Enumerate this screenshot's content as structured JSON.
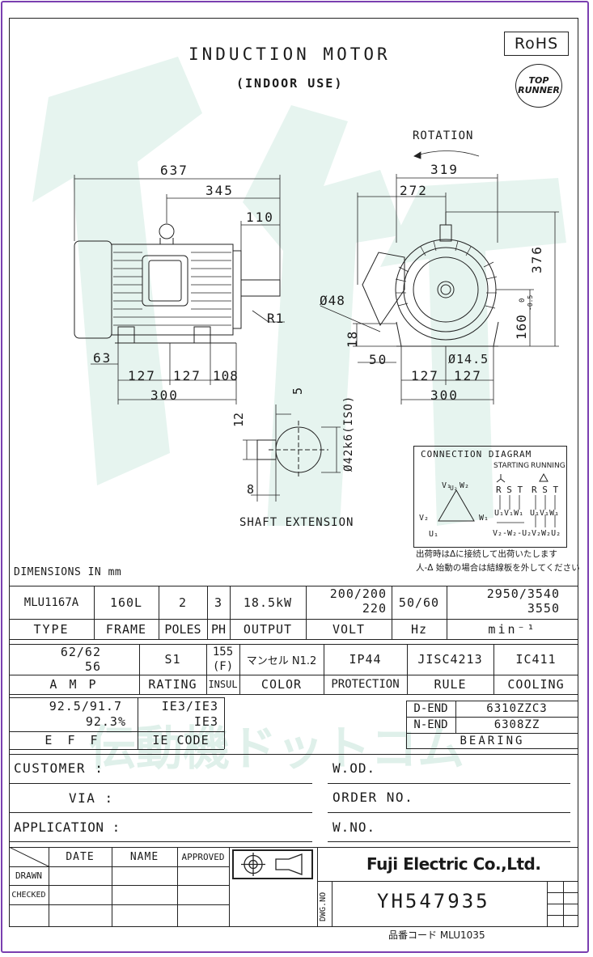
{
  "header": {
    "title": "INDUCTION MOTOR",
    "subtitle": "(INDOOR USE)",
    "rohs": "RoHS",
    "top_runner_1": "TOP",
    "top_runner_2": "RUNNER"
  },
  "drawing": {
    "rotation": "ROTATION",
    "dim_637": "637",
    "dim_345": "345",
    "dim_110": "110",
    "dim_r1": "R1",
    "dim_63": "63",
    "dim_127a": "127",
    "dim_127b": "127",
    "dim_108": "108",
    "dim_300a": "300",
    "dim_319": "319",
    "dim_272": "272",
    "dim_376": "376",
    "dim_d48": "Ø48",
    "dim_18": "18",
    "dim_50": "50",
    "dim_d145": "Ø14.5",
    "dim_160": "160",
    "dim_160_tol_top": "0",
    "dim_160_tol_bot": "-0.5",
    "dim_127c": "127",
    "dim_127d": "127",
    "dim_300b": "300",
    "dim_5": "5",
    "dim_12": "12",
    "dim_8": "8",
    "dim_d42": "Ø42k6(ISO)",
    "shaft_extension": "SHAFT EXTENSION"
  },
  "connection": {
    "title": "CONNECTION DIAGRAM",
    "starting": "STARTING",
    "running": "RUNNING",
    "rst1": "R S T",
    "rst2": "R S T",
    "u1v1w1_a": "U₁V₁W₁",
    "u1v1w1_b": "U₁V₁W₁",
    "bottom_a": "V₂-W₂-U₂",
    "bottom_b": "V₂W₂U₂",
    "v1": "V₁",
    "u2": "U₂",
    "w2": "W₂",
    "v2": "V₂",
    "w1": "W₁",
    "u1": "U₁",
    "note_line1": "出荷時はΔに接続して出荷いたします",
    "note_line2": "人-Δ 始動の場合は結線板を外してください"
  },
  "dimensions_note": "DIMENSIONS IN mm",
  "spec_row1": {
    "type_value": "MLU1167A",
    "frame_value": "160L",
    "poles_value": "2",
    "ph_value": "3",
    "output_value": "18.5kW",
    "volt_value_1": "200/200",
    "volt_value_2": "220",
    "hz_value": "50/60",
    "rpm_value_1": "2950/3540",
    "rpm_value_2": "3550",
    "type_label": "TYPE",
    "frame_label": "FRAME",
    "poles_label": "POLES",
    "ph_label": "PH",
    "output_label": "OUTPUT",
    "volt_label": "VOLT",
    "hz_label": "Hz",
    "rpm_label": "min⁻¹"
  },
  "spec_row2": {
    "amp_value_1": "62/62",
    "amp_value_2": "56",
    "rating_value": "S1",
    "insul_value_1": "155",
    "insul_value_2": "(F)",
    "color_value": "マンセル N1.2",
    "protection_value": "IP44",
    "rule_value": "JISC4213",
    "cooling_value": "IC411",
    "amp_label": "A M P",
    "rating_label": "RATING",
    "insul_label": "INSUL",
    "color_label": "COLOR",
    "protection_label": "PROTECTION",
    "rule_label": "RULE",
    "cooling_label": "COOLING"
  },
  "spec_row3": {
    "eff_value_1": "92.5/91.7",
    "eff_value_2": "92.3%",
    "ie_value_1": "IE3/IE3",
    "ie_value_2": "IE3",
    "eff_label": "E F F",
    "ie_label": "IE CODE",
    "d_end_label": "D-END",
    "d_end_value": "6310ZZC3",
    "n_end_label": "N-END",
    "n_end_value": "6308ZZ",
    "bearing_label": "BEARING"
  },
  "customer": {
    "customer_label": "CUSTOMER :",
    "via_label": "VIA :",
    "application_label": "APPLICATION :",
    "wod_label": "W.OD.",
    "order_label": "ORDER NO.",
    "wno_label": "W.NO."
  },
  "titleblock": {
    "date": "DATE",
    "name": "NAME",
    "approved": "APPROVED",
    "drawn": "DRAWN",
    "checked": "CHECKED",
    "company": "Fuji Electric Co.,Ltd.",
    "dwg_no_label": "DWG.NO",
    "dwg_no": "YH547935"
  },
  "footer": {
    "code": "品番コード MLU1035"
  },
  "watermark_text": "伝動機ドットコム",
  "colors": {
    "frame": "#7a3fb0",
    "watermark": "#e3f3ee",
    "ink": "#1a1a1a"
  }
}
